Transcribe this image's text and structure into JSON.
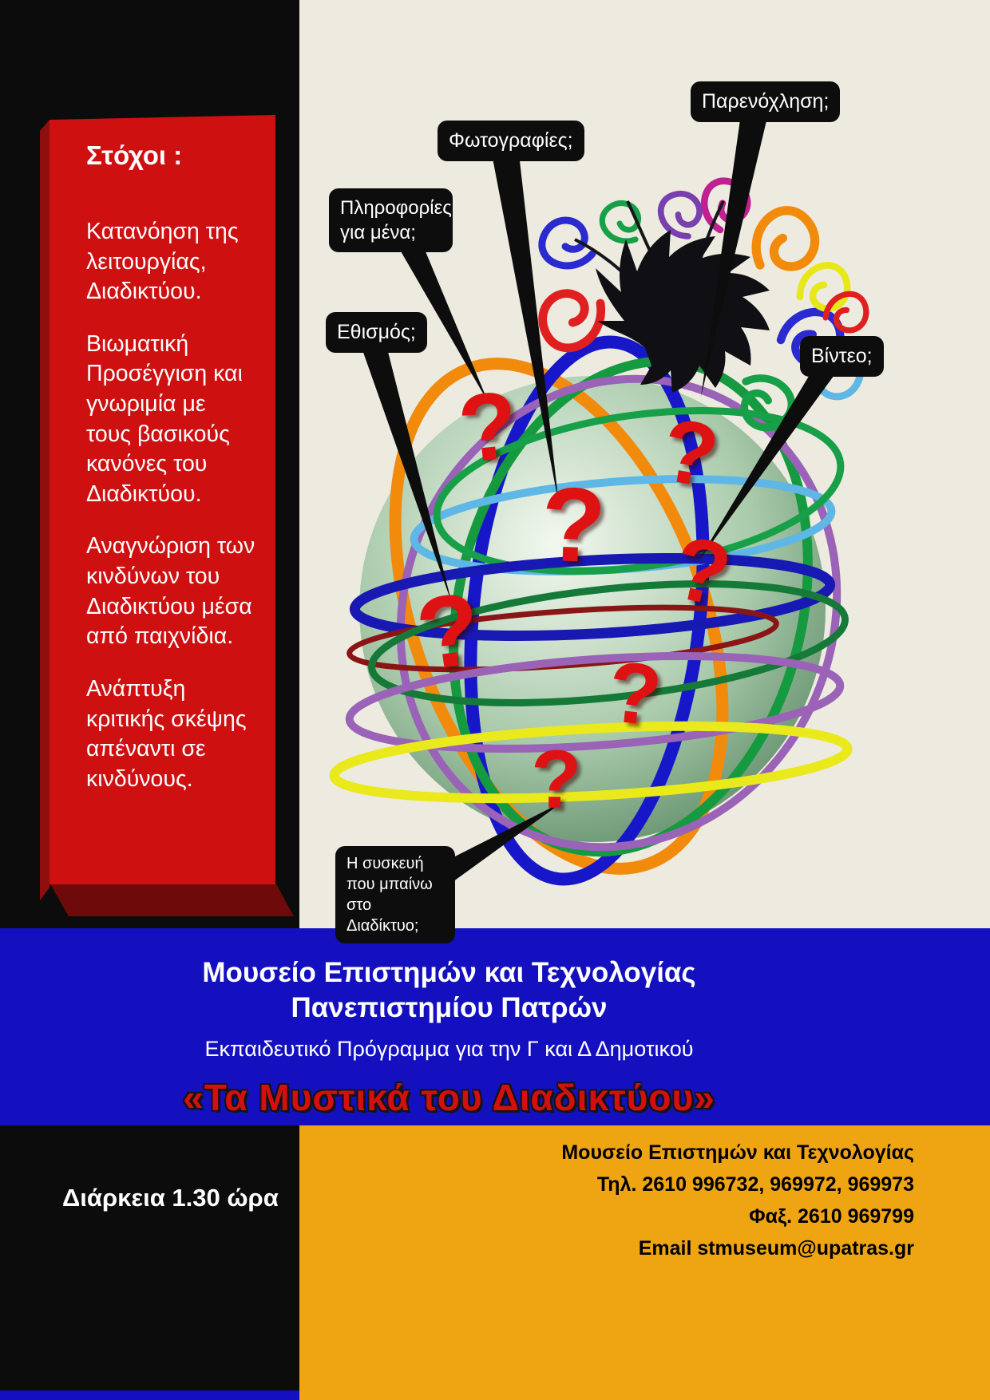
{
  "colors": {
    "background_black": "#0c0c0c",
    "panel_red": "#cf1010",
    "band_blue": "#1410c0",
    "footer_orange": "#efa512",
    "title_red": "#d40f0f",
    "paper": "#edebdf"
  },
  "sidebar": {
    "title": "Στόχοι :",
    "paragraphs": [
      "Κατανόηση της λειτουργίας, Διαδικτύου.",
      "Βιωματική Προσέγγιση και γνωριμία με τους βασικούς κανόνες του Διαδικτύου.",
      "Αναγνώριση των κινδύνων του Διαδικτύου μέσα από παιχνίδια.",
      "Ανάπτυξη κριτικής σκέψης απέναντι σε κινδύνους."
    ]
  },
  "callouts": {
    "harassment": "Παρενόχληση;",
    "photos": "Φωτογραφίες;",
    "personal_info": "Πληροφορίες για μένα;",
    "addiction": "Εθισμός;",
    "video": "Βίντεο;",
    "device": "Η συσκευή που μπαίνω στο Διαδίκτυο;"
  },
  "illustration": {
    "question_mark": "?"
  },
  "banner": {
    "museum_line1": "Μουσείο  Επιστημών και Τεχνολογίας",
    "museum_line2": "Πανεπιστημίου Πατρών",
    "program": "Εκπαιδευτικό Πρόγραμμα για την Γ και Δ Δημοτικού",
    "title": "«Τα Μυστικά του Διαδικτύου»"
  },
  "footer": {
    "duration": "Διάρκεια  1.30 ώρα",
    "contact_lines": [
      "Μουσείο Επιστημών και Τεχνολογίας",
      "Τηλ. 2610 996732, 969972, 969973",
      "Φαξ. 2610 969799",
      "Email stmuseum@upatras.gr"
    ]
  }
}
